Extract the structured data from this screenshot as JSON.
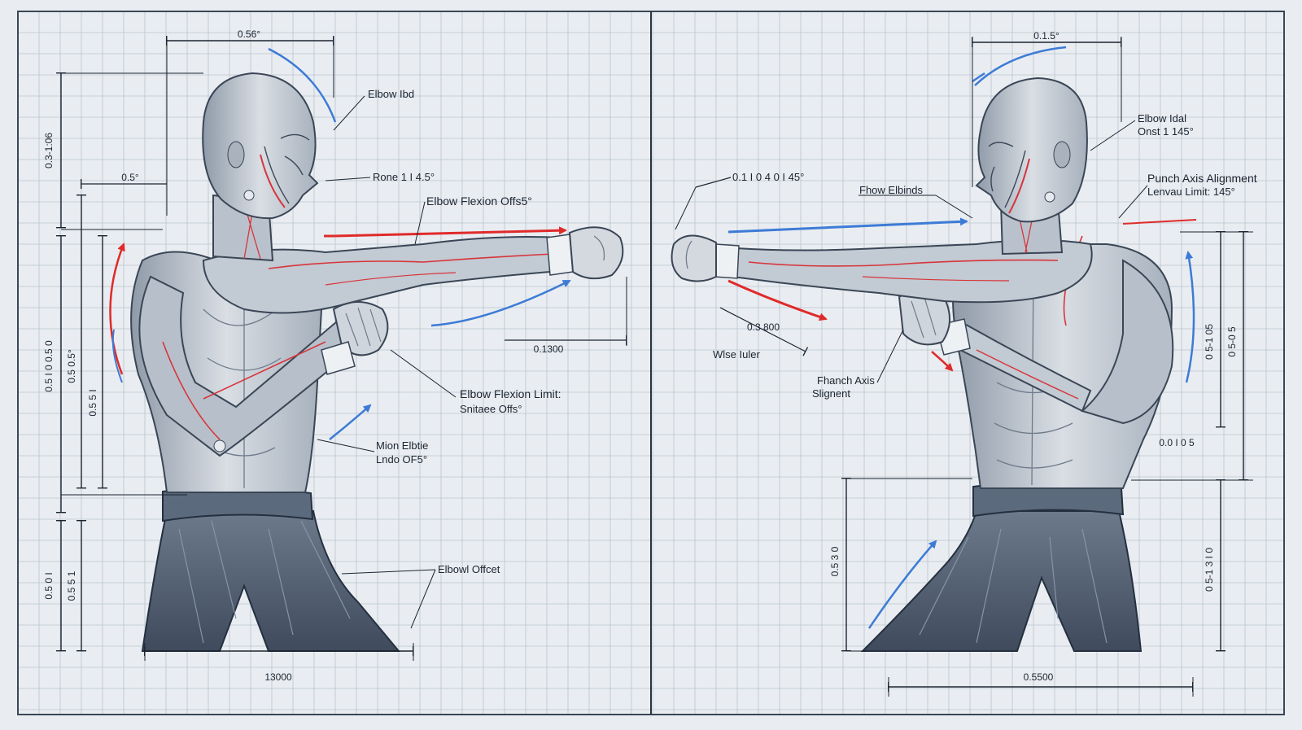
{
  "colors": {
    "background": "#e9edf1",
    "grid": "#b9c3cf",
    "ink": "#1c2430",
    "figure_fill": "#c9d0d8",
    "figure_stroke": "#3a4656",
    "muscle_red": "#d8343a",
    "arrow_red": "#e02a2a",
    "arrow_blue": "#3d7bd6"
  },
  "left": {
    "dim_top": "0.56°",
    "dim_head": "0.5°",
    "dim_bottom": "13000",
    "dim_forearm": "0.1300",
    "vert_1": "0.3-1:06",
    "vert_2": "0.5 I 0 0.5 0",
    "vert_3": "0.5 0.5°",
    "vert_4": "0.5 5 I",
    "vert_5": "0.5 0 I",
    "vert_6": "0.5 5 1",
    "label_head": "Elbow Ibd",
    "label_neck": "Rone 1 I 4.5°",
    "label_elbow_1": "Elbow Flexion Offs5°",
    "label_elbow_2_a": "Elbow Flexion Limit:",
    "label_elbow_2_b": "Snitaee Offs°",
    "label_muscle_a": "Mion Elbtie",
    "label_muscle_b": "Lndo OF5°",
    "label_offset": "Elbowl Offcet"
  },
  "right": {
    "dim_top": "0.1.5°",
    "dim_bottom": "0.5500",
    "dim_arm_top": "0.1 I 0 4 0 I 45°",
    "dim_arm_low": "0.3 800",
    "vert_1": "0.5 3 0",
    "vert_2": "0 5-1 05",
    "vert_3": "0 5-0 5",
    "vert_4": "0 5-1 3 I 0",
    "vert_5": "0.0 I 0 5",
    "label_head_a": "Elbow Idal",
    "label_head_b": "Onst 1 145°",
    "label_axis_1": "Punch Axis Alignment",
    "label_axis_1b": "Lenvau Limit: 145°",
    "label_elbow": "Fhow Elbinds",
    "label_w": "Wlse Iuler",
    "label_axis_2a": "Fhanch Axis",
    "label_axis_2b": "Slignent"
  }
}
